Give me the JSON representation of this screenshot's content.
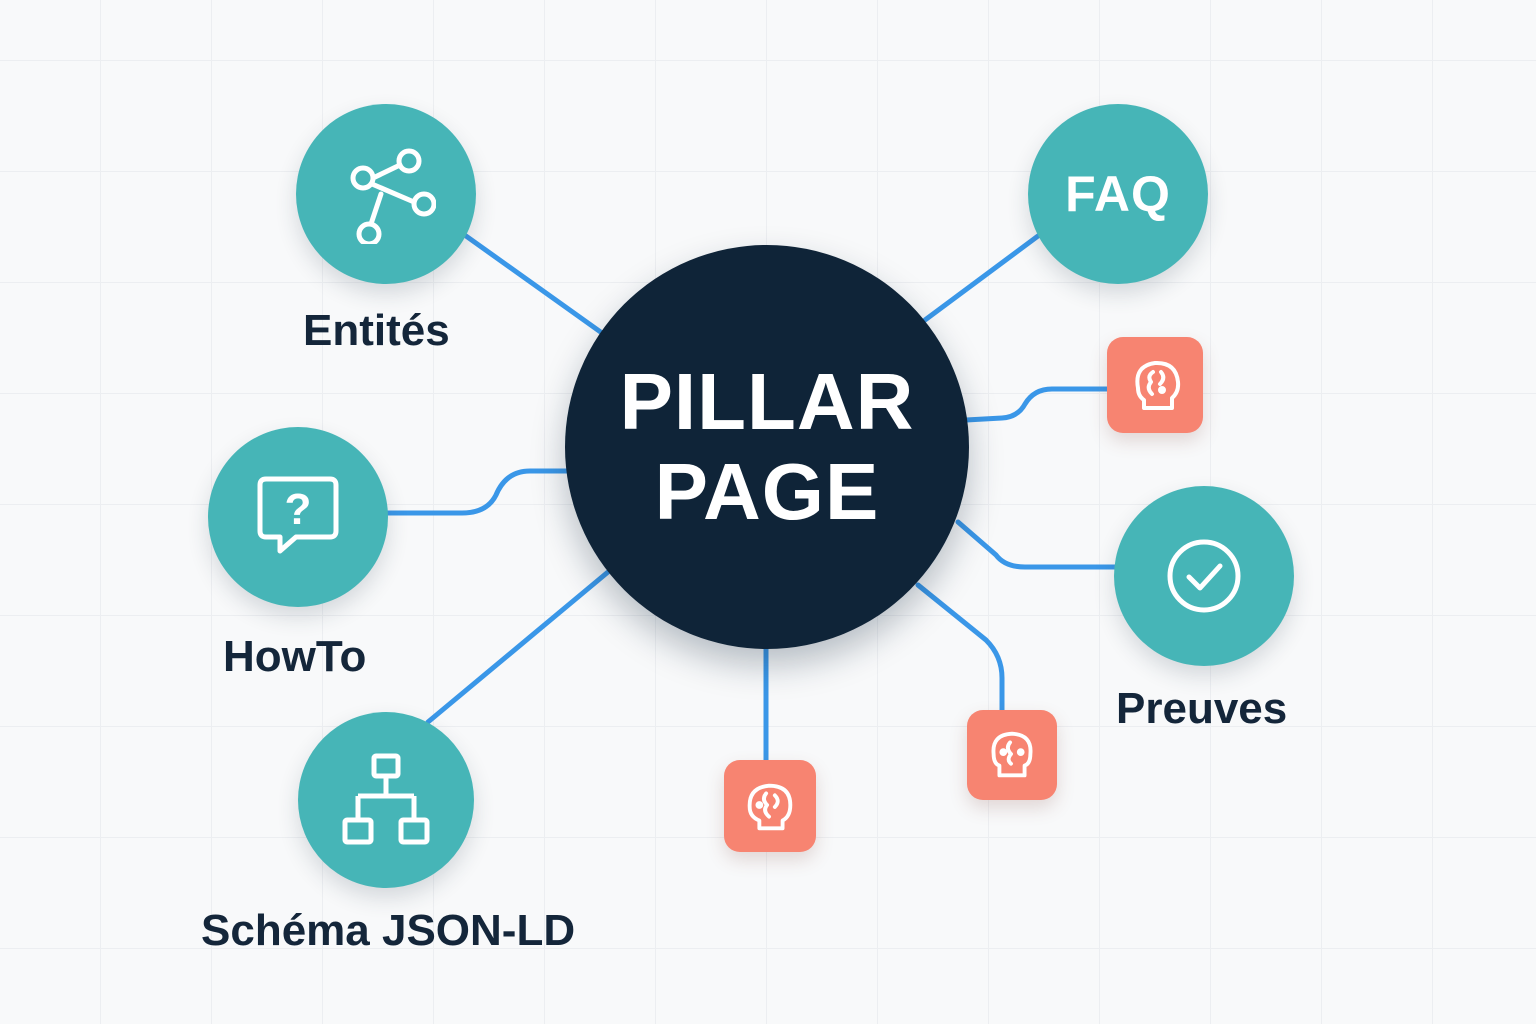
{
  "hub": {
    "line1": "PILLAR",
    "line2": "PAGE"
  },
  "nodes": {
    "entites": {
      "label": "Entités",
      "icon": "share-nodes-icon"
    },
    "faq": {
      "text": "FAQ"
    },
    "howto": {
      "label": "HowTo",
      "icon": "question-bubble-icon"
    },
    "schema": {
      "label": "Schéma JSON-LD",
      "icon": "hierarchy-icon"
    },
    "preuves": {
      "label": "Preuves",
      "icon": "check-circle-icon"
    }
  },
  "chips": [
    {
      "icon": "head-brain-icon"
    },
    {
      "icon": "head-brain-icon"
    },
    {
      "icon": "head-brain-icon"
    }
  ],
  "colors": {
    "hub": "#0f2438",
    "node": "#46b5b7",
    "chip": "#f78471",
    "connector": "#3a97e8",
    "label": "#14263a"
  }
}
